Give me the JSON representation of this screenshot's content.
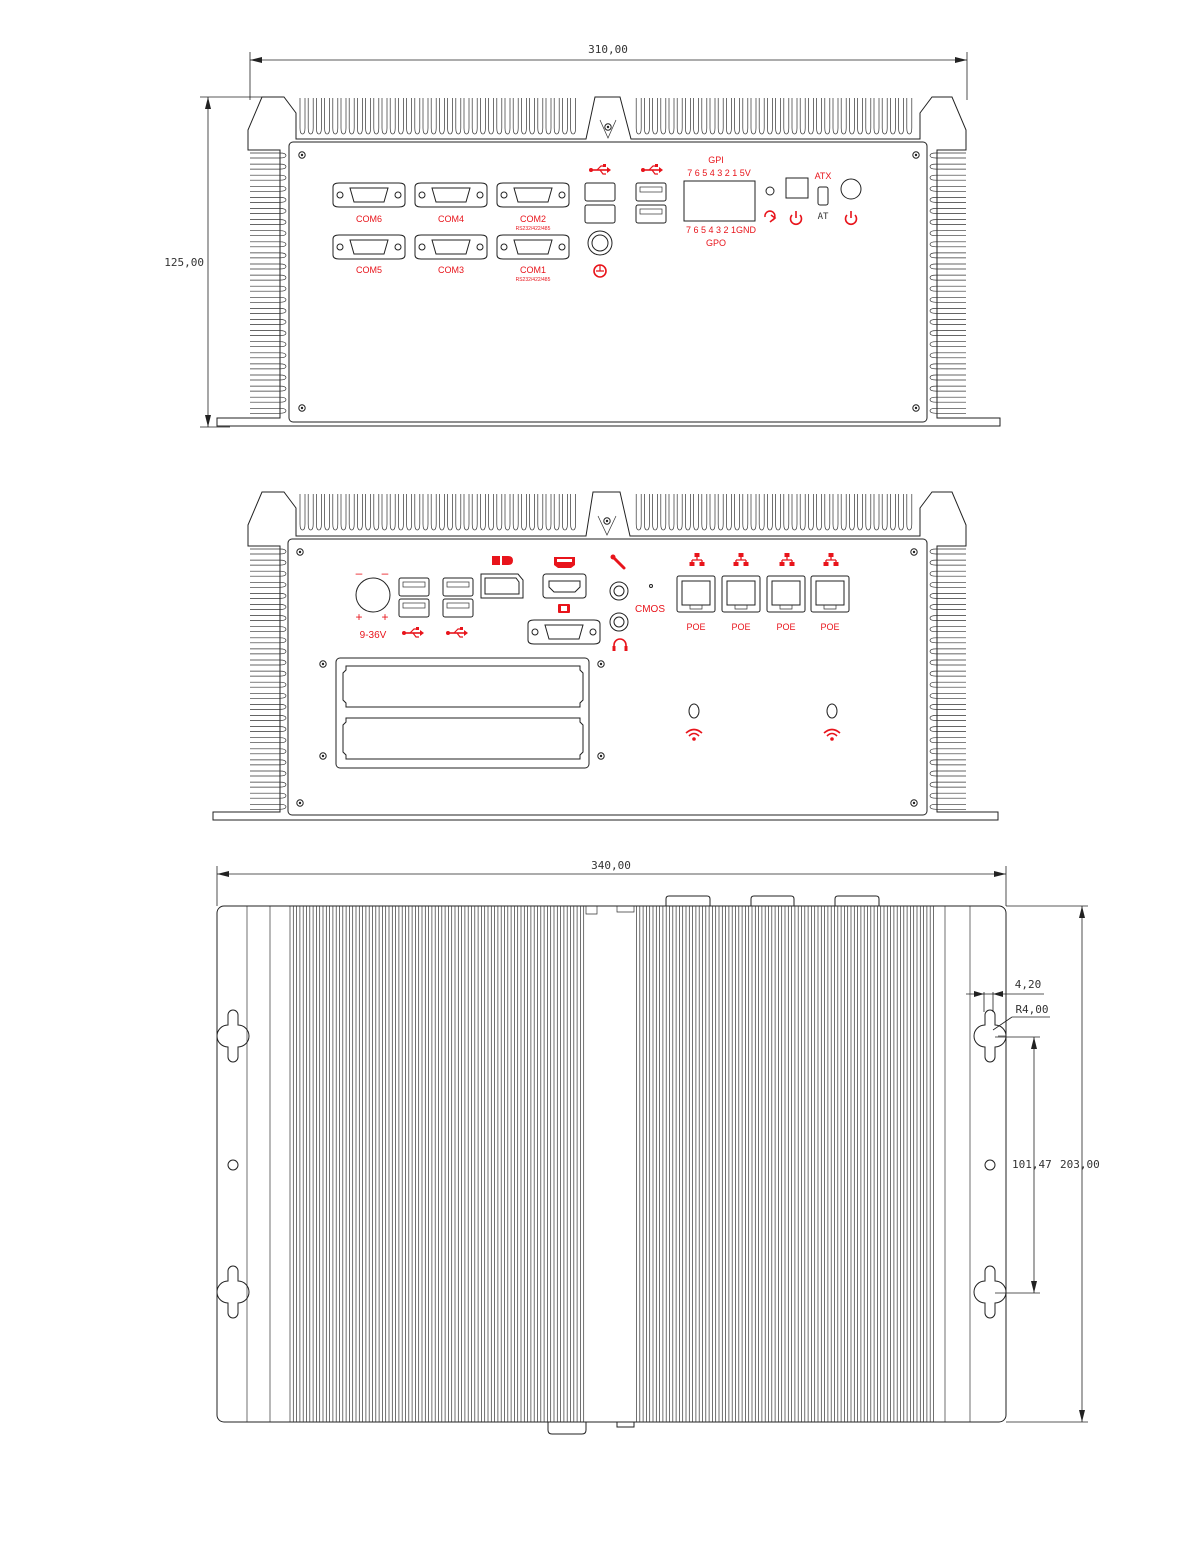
{
  "colors": {
    "line": "#222222",
    "accent": "#e8141b"
  },
  "front_view": {
    "dim_width": "310,00",
    "dim_height": "125,00",
    "com_ports": [
      {
        "label": "COM6",
        "sub": ""
      },
      {
        "label": "COM4",
        "sub": ""
      },
      {
        "label": "COM2",
        "sub": "RS232/422/485"
      },
      {
        "label": "COM5",
        "sub": ""
      },
      {
        "label": "COM3",
        "sub": ""
      },
      {
        "label": "COM1",
        "sub": "RS232/422/485"
      }
    ],
    "gpi_label": "GPI",
    "gpi_pins": "7 6 5 4 3 2 1 5V",
    "gpo_pins": "7 6 5 4 3 2 1GND",
    "gpo_label": "GPO",
    "atx_label": "ATX",
    "at_label": "AT",
    "icons": [
      "usb-icon",
      "power-icon",
      "reset-icon",
      "keyboard-mouse-icon"
    ]
  },
  "rear_view": {
    "power_label": "9-36V",
    "polarity_minus": "–",
    "polarity_plus": "+",
    "cmos_label": "CMOS",
    "lan_ports": [
      {
        "label": "POE"
      },
      {
        "label": "POE"
      },
      {
        "label": "POE"
      },
      {
        "label": "POE"
      }
    ],
    "icons": [
      "dc-in-icon",
      "usb-icon",
      "displayport-icon",
      "hdmi-icon",
      "vga-icon",
      "mic-icon",
      "headphone-icon",
      "lan-icon",
      "wifi-icon"
    ]
  },
  "top_view": {
    "dim_width": "340,00",
    "dim_height": "203,00",
    "dim_slot_width": "4,20",
    "dim_radius": "R4,00",
    "dim_slot_spacing": "101,47"
  }
}
